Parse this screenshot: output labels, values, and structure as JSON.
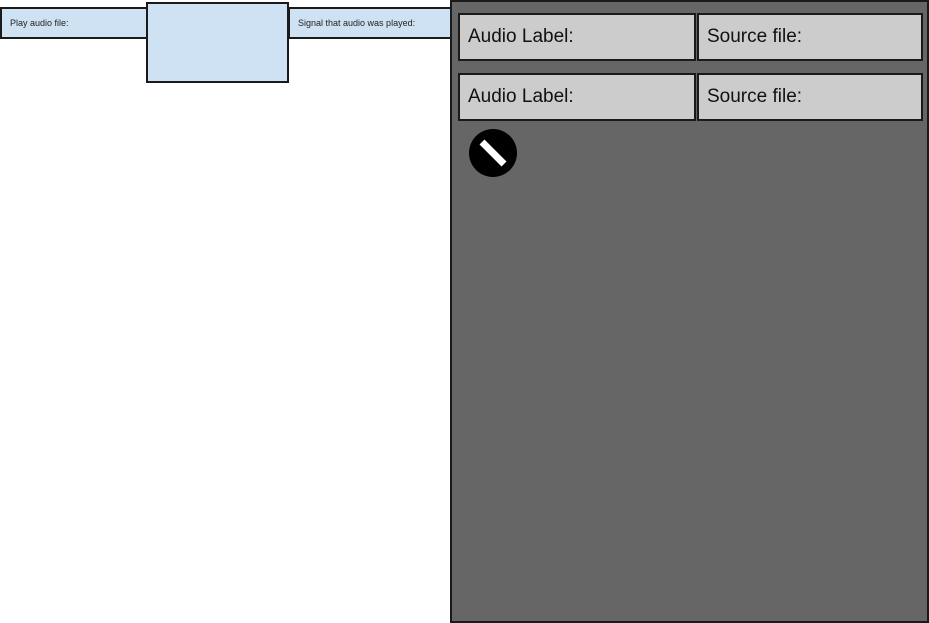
{
  "node": {
    "input_port_label": "Play audio file:",
    "output_port_label": "Signal that audio was played:"
  },
  "panel": {
    "rows": [
      {
        "label_field": "Audio Label:",
        "source_field": "Source file:"
      },
      {
        "label_field": "Audio Label:",
        "source_field": "Source file:"
      }
    ],
    "remove_icon": "no-entry-icon"
  },
  "colors": {
    "node_fill": "#cfe2f3",
    "panel_bg": "#666666",
    "field_bg": "#cccccc",
    "outline": "#1a1a1a"
  }
}
